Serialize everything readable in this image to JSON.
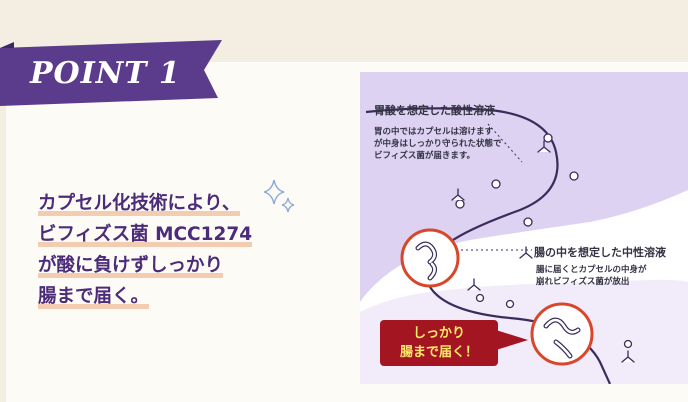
{
  "badge": {
    "label": "POINT 1",
    "color": "#5b3b8c"
  },
  "headline": {
    "lines": [
      "カプセル化技術により、",
      "ビフィズス菌 MCC1274",
      "が酸に負けずしっかり",
      "腸まで届く。"
    ],
    "color": "#4c2c7a"
  },
  "diagram": {
    "acid_title": "胃酸を想定した酸性溶液",
    "acid_desc": [
      "胃の中ではカプセルは溶けます",
      "が中身はしっかり守られた状態で",
      "ビフィズス菌が届きます。"
    ],
    "neutral_title": "腸の中を想定した中性溶液",
    "neutral_desc": [
      "腸に届くとカプセルの中身が",
      "崩れビフィズス菌が放出"
    ],
    "callout": [
      "しっかり",
      "腸まで届く！"
    ],
    "callout_color": "#a31621",
    "callout_text_color": "#ffe86a",
    "fluid_color": "#ddd2f1",
    "outline_color": "#3a2d5c",
    "capsule_border_color": "#d9472b"
  }
}
